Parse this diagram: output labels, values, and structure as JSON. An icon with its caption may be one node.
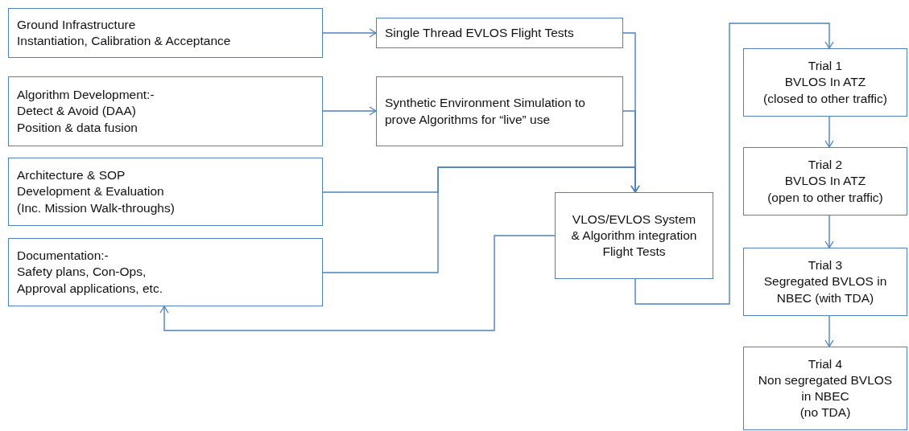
{
  "diagram": {
    "nodes": [
      {
        "text": [
          "Ground Infrastructure",
          "Instantiation, Calibration & Acceptance"
        ]
      },
      {
        "text": [
          "Single Thread EVLOS Flight Tests"
        ]
      },
      {
        "text": [
          "Algorithm Development:-",
          "Detect & Avoid (DAA)",
          "Position & data fusion"
        ]
      },
      {
        "text": [
          "Synthetic Environment Simulation to prove Algorithms for “live” use"
        ]
      },
      {
        "text": [
          "Architecture & SOP Development & Evaluation",
          "(Inc. Mission Walk-throughs)"
        ]
      },
      {
        "text": [
          "Documentation:-",
          "Safety plans, Con-Ops, Approval applications, etc."
        ]
      },
      {
        "text": [
          "VLOS/EVLOS System & Algorithm integration Flight Tests"
        ]
      },
      {
        "text": [
          "Trial 1",
          "BVLOS In ATZ",
          "(closed to other traffic)"
        ]
      },
      {
        "text": [
          "Trial 2",
          "BVLOS In ATZ",
          "(open to other traffic)"
        ]
      },
      {
        "text": [
          "Trial 3",
          "Segregated BVLOS in NBEC (with TDA)"
        ]
      },
      {
        "text": [
          "Trial 4",
          "Non segregated BVLOS in NBEC",
          "(no TDA)"
        ]
      }
    ],
    "edges": [
      {
        "from": 0,
        "to": 1,
        "arrow": "to"
      },
      {
        "from": 2,
        "to": 3,
        "arrow": "to"
      },
      {
        "from": 1,
        "to": 6,
        "arrow": "to"
      },
      {
        "from": 3,
        "to": 6,
        "arrow": "to"
      },
      {
        "from": 4,
        "to": 6,
        "arrow": "to"
      },
      {
        "from": 5,
        "to": 6,
        "arrow": "to"
      },
      {
        "from": 6,
        "to": 5,
        "arrow": "to"
      },
      {
        "from": 6,
        "to": 7,
        "arrow": "to"
      },
      {
        "from": 7,
        "to": 8,
        "arrow": "to"
      },
      {
        "from": 8,
        "to": 9,
        "arrow": "to"
      },
      {
        "from": 9,
        "to": 10,
        "arrow": "to"
      }
    ]
  }
}
